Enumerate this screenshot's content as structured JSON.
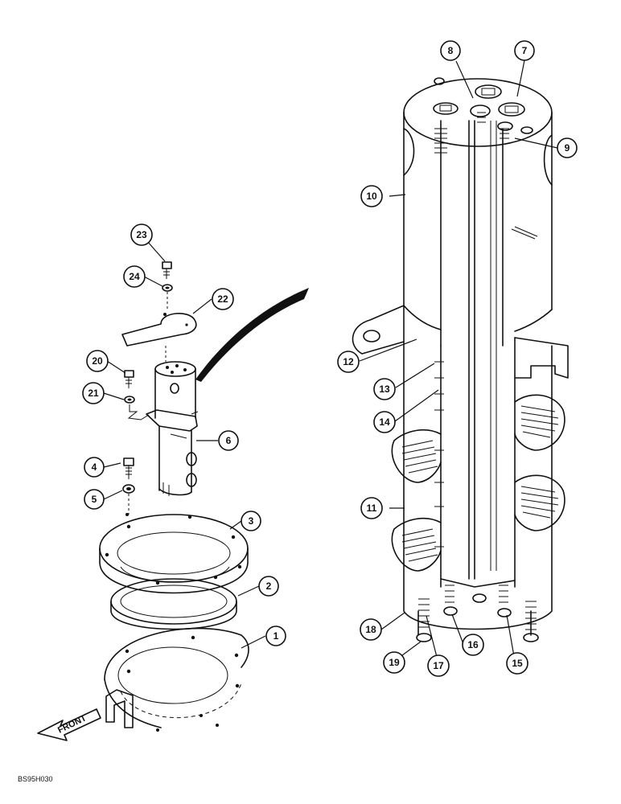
{
  "reference_code": "BS95H030",
  "front_label": "FRONT",
  "callouts": [
    "1",
    "2",
    "3",
    "4",
    "5",
    "6",
    "7",
    "8",
    "9",
    "10",
    "11",
    "12",
    "13",
    "14",
    "15",
    "16",
    "17",
    "18",
    "19",
    "20",
    "21",
    "22",
    "23",
    "24"
  ]
}
